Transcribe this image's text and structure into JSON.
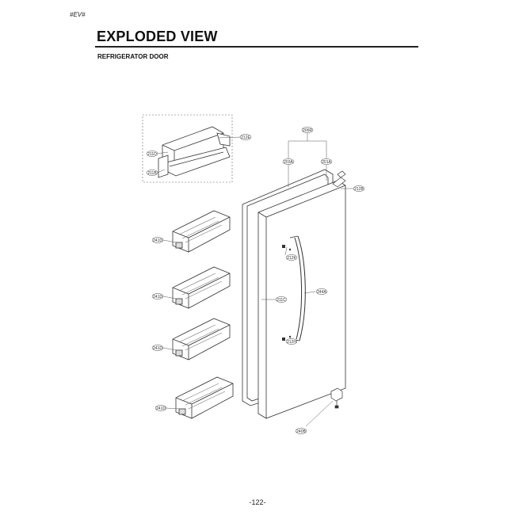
{
  "header": {
    "code": "#EV#",
    "title": "EXPLODED VIEW",
    "subtitle": "REFRIGERATOR DOOR"
  },
  "footer": {
    "page": "-122-"
  },
  "callouts": {
    "c212": "212E",
    "c211a": "211D",
    "c211b": "211B",
    "c206": "206R",
    "c203a": "203A",
    "c201": "201A",
    "c212b": "212B",
    "c210a": "241D",
    "c212c": "212K",
    "c210b": "241D",
    "c244": "244A",
    "c211c": "211C",
    "c210c": "241D",
    "c212d": "212H",
    "c210d": "241D",
    "c240": "240B"
  }
}
